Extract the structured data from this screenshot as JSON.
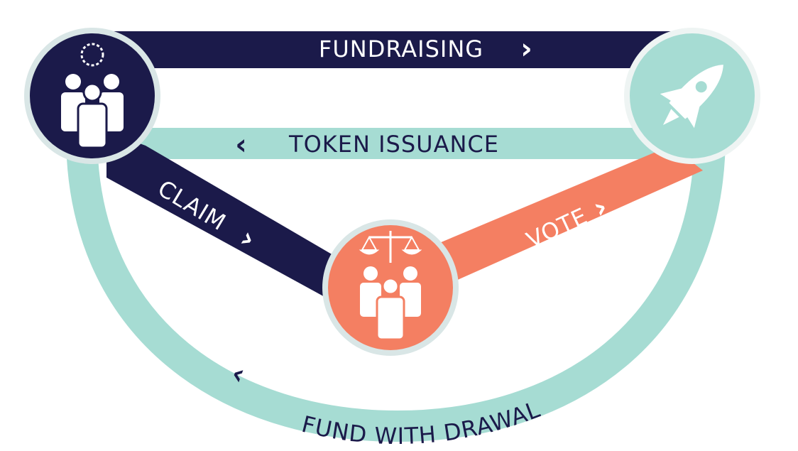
{
  "colors": {
    "navy": "#1b1a4a",
    "teal": "#a6dcd3",
    "coral": "#f47f62",
    "ring": "#d9e6e6",
    "icon_light": "#ffffff"
  },
  "nodes": [
    {
      "id": "investors",
      "icon": "group-with-coin-icon"
    },
    {
      "id": "project",
      "icon": "rocket-icon"
    },
    {
      "id": "arbitrators",
      "icon": "scales-group-icon"
    }
  ],
  "labels": {
    "fundraising": "FUNDRAISING",
    "token_issuance": "TOKEN ISSUANCE",
    "claim": "CLAIM",
    "vote": "VOTE",
    "fund_withdrawal": "FUND WITH DRAWAL"
  },
  "arrows": {
    "right": "›",
    "left": "‹"
  }
}
